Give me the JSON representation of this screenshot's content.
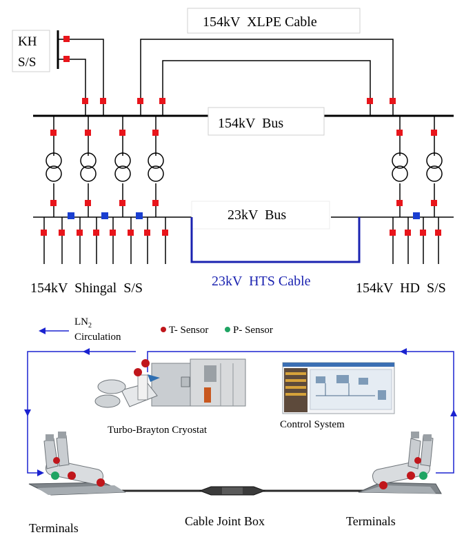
{
  "single_line": {
    "xlpe_cable_label": "154kV  XLPE Cable",
    "kh_label": "KH",
    "ss_label": "S/S",
    "bus154_label": "154kV  Bus",
    "bus23_label": "23kV  Bus",
    "shingal_label": "154kV  Shingal  S/S",
    "hts_cable_label": "23kV  HTS Cable",
    "hd_label": "154kV  HD  S/S"
  },
  "cooling": {
    "ln2_label": "LN",
    "ln2_sub": "2",
    "circulation_label": "Circulation",
    "t_sensor_label": "T- Sensor",
    "p_sensor_label": "P- Sensor",
    "cryostat_label": "Turbo-Brayton Cryostat",
    "control_label": "Control System",
    "terminals_left_label": "Terminals",
    "joint_box_label": "Cable Joint Box",
    "terminals_right_label": "Terminals"
  },
  "colors": {
    "breaker": "#e8151b",
    "bus_tie": "#1a3fd1",
    "hts_cable": "#1a22b0",
    "ln2_loop": "#1a22d0",
    "t_sensor": "#c0161b",
    "p_sensor": "#1fa463",
    "line": "#000000"
  }
}
